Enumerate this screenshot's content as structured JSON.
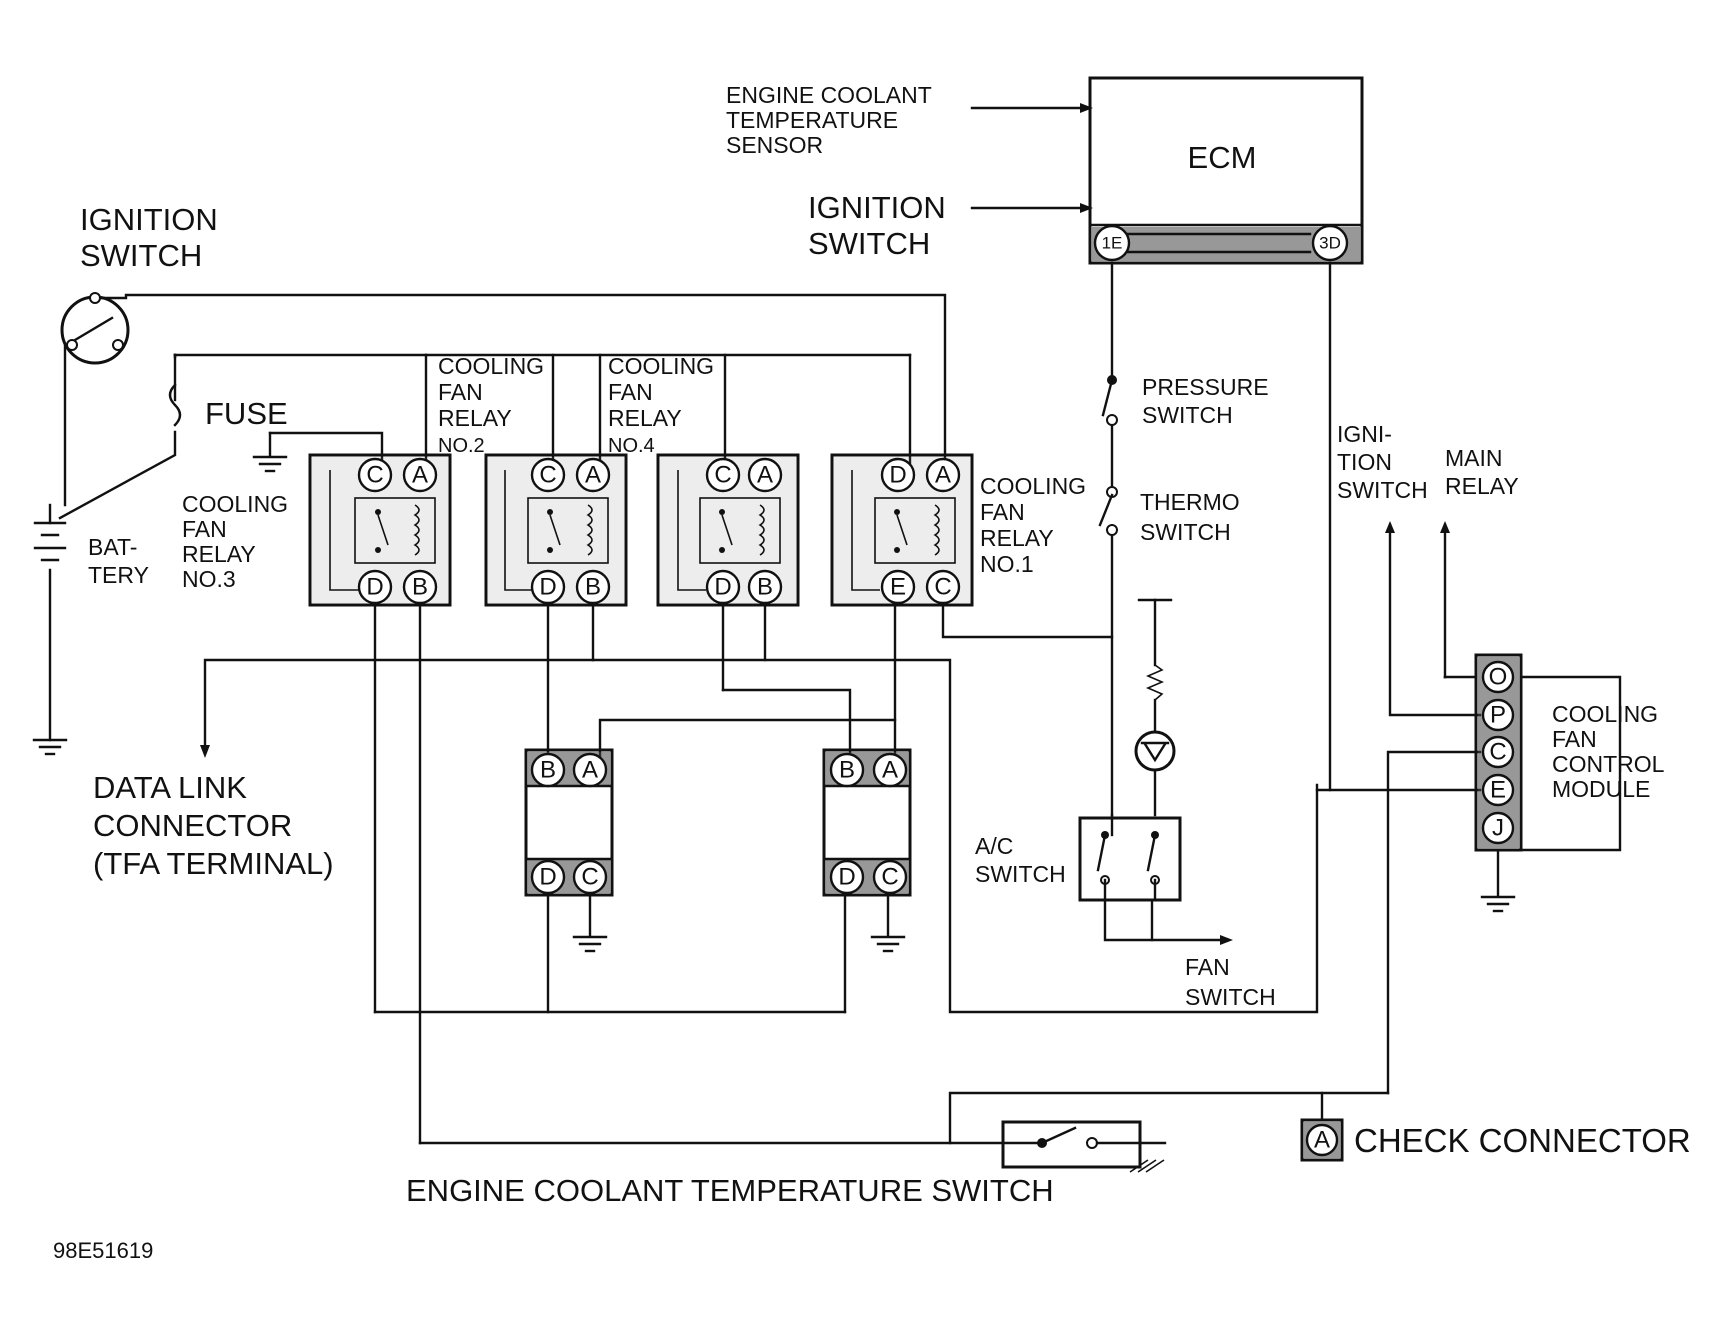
{
  "labels": {
    "ect_sensor": [
      "ENGINE COOLANT",
      "TEMPERATURE",
      "SENSOR"
    ],
    "ecm": "ECM",
    "ecm_ignition": [
      "IGNITION",
      "SWITCH"
    ],
    "ignition_switch": [
      "IGNITION",
      "SWITCH"
    ],
    "fuse": "FUSE",
    "battery": [
      "BAT-",
      "TERY"
    ],
    "relay3": [
      "COOLING",
      "FAN",
      "RELAY",
      "NO.3"
    ],
    "relay2": [
      "COOLING",
      "FAN",
      "RELAY",
      "NO.2"
    ],
    "relay4": [
      "COOLING",
      "FAN",
      "RELAY",
      "NO.4"
    ],
    "relay1": [
      "COOLING",
      "FAN",
      "RELAY",
      "NO.1"
    ],
    "pressure_switch": [
      "PRESSURE",
      "SWITCH"
    ],
    "thermo_switch": [
      "THERMO",
      "SWITCH"
    ],
    "module_ignition": [
      "IGNI-",
      "TION",
      "SWITCH"
    ],
    "main_relay": [
      "MAIN",
      "RELAY"
    ],
    "cfcm": [
      "COOLING",
      "FAN",
      "CONTROL",
      "MODULE"
    ],
    "dlc": [
      "DATA LINK",
      "CONNECTOR",
      "(TFA TERMINAL)"
    ],
    "ac_switch": [
      "A/C",
      "SWITCH"
    ],
    "fan_switch": [
      "FAN",
      "SWITCH"
    ],
    "check_connector": "CHECK CONNECTOR",
    "ect_switch": "ENGINE COOLANT TEMPERATURE SWITCH",
    "figure_id": "98E51619"
  },
  "pins": {
    "ecm_1e": "1E",
    "ecm_3d": "3D",
    "relay3": [
      "C",
      "A",
      "D",
      "B"
    ],
    "relay2": [
      "C",
      "A",
      "D",
      "B"
    ],
    "relay4": [
      "C",
      "A",
      "D",
      "B"
    ],
    "relay1": [
      "D",
      "A",
      "E",
      "C"
    ],
    "motor_left": [
      "B",
      "A",
      "D",
      "C"
    ],
    "motor_right": [
      "B",
      "A",
      "D",
      "C"
    ],
    "module": [
      "O",
      "P",
      "C",
      "E",
      "J"
    ],
    "check": "A"
  }
}
